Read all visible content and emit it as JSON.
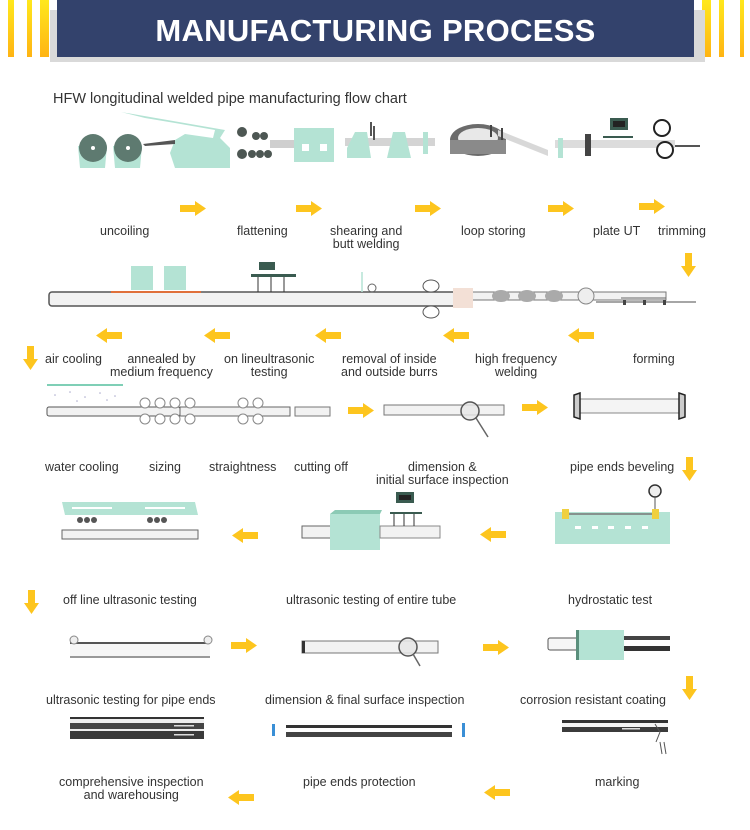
{
  "header": {
    "title": "MANUFACTURING PROCESS",
    "banner_color": "#33426c",
    "accent_color": "#ffc817"
  },
  "chart_title": "HFW longitudinal welded pipe manufacturing flow chart",
  "steps": [
    {
      "id": 1,
      "label": "uncoiling"
    },
    {
      "id": 2,
      "label": "flattening"
    },
    {
      "id": 3,
      "label_line1": "shearing and",
      "label_line2": "butt welding"
    },
    {
      "id": 4,
      "label": "loop storing"
    },
    {
      "id": 5,
      "label": "plate UT"
    },
    {
      "id": 6,
      "label": "trimming"
    },
    {
      "id": 7,
      "label": "forming"
    },
    {
      "id": 8,
      "label_line1": "high frequency",
      "label_line2": "welding"
    },
    {
      "id": 9,
      "label_line1": "removal of inside",
      "label_line2": "and outside burrs"
    },
    {
      "id": 10,
      "label_line1": "on lineultrasonic",
      "label_line2": "testing"
    },
    {
      "id": 11,
      "label_line1": "annealed by",
      "label_line2": "medium frequency"
    },
    {
      "id": 12,
      "label": "air cooling"
    },
    {
      "id": 13,
      "label": "water cooling"
    },
    {
      "id": 14,
      "label": "sizing"
    },
    {
      "id": 15,
      "label": "straightness"
    },
    {
      "id": 16,
      "label": "cutting off"
    },
    {
      "id": 17,
      "label_line1": "dimension &",
      "label_line2": "initial surface inspection"
    },
    {
      "id": 18,
      "label": "pipe ends beveling"
    },
    {
      "id": 19,
      "label": "hydrostatic test"
    },
    {
      "id": 20,
      "label": "ultrasonic testing of entire tube"
    },
    {
      "id": 21,
      "label": "off line ultrasonic testing"
    },
    {
      "id": 22,
      "label": "ultrasonic testing for pipe ends"
    },
    {
      "id": 23,
      "label": "dimension & final surface inspection"
    },
    {
      "id": 24,
      "label": "corrosion resistant coating"
    },
    {
      "id": 25,
      "label": "marking"
    },
    {
      "id": 26,
      "label": "pipe ends protection"
    },
    {
      "id": 27,
      "label_line1": "comprehensive inspection",
      "label_line2": "and warehousing"
    }
  ],
  "icons": {
    "arrow": "flow-arrow-icon",
    "arrow_color": "#fdc51e",
    "machine_color": "#b4e3d4",
    "machine_dark": "#5a6e68"
  }
}
